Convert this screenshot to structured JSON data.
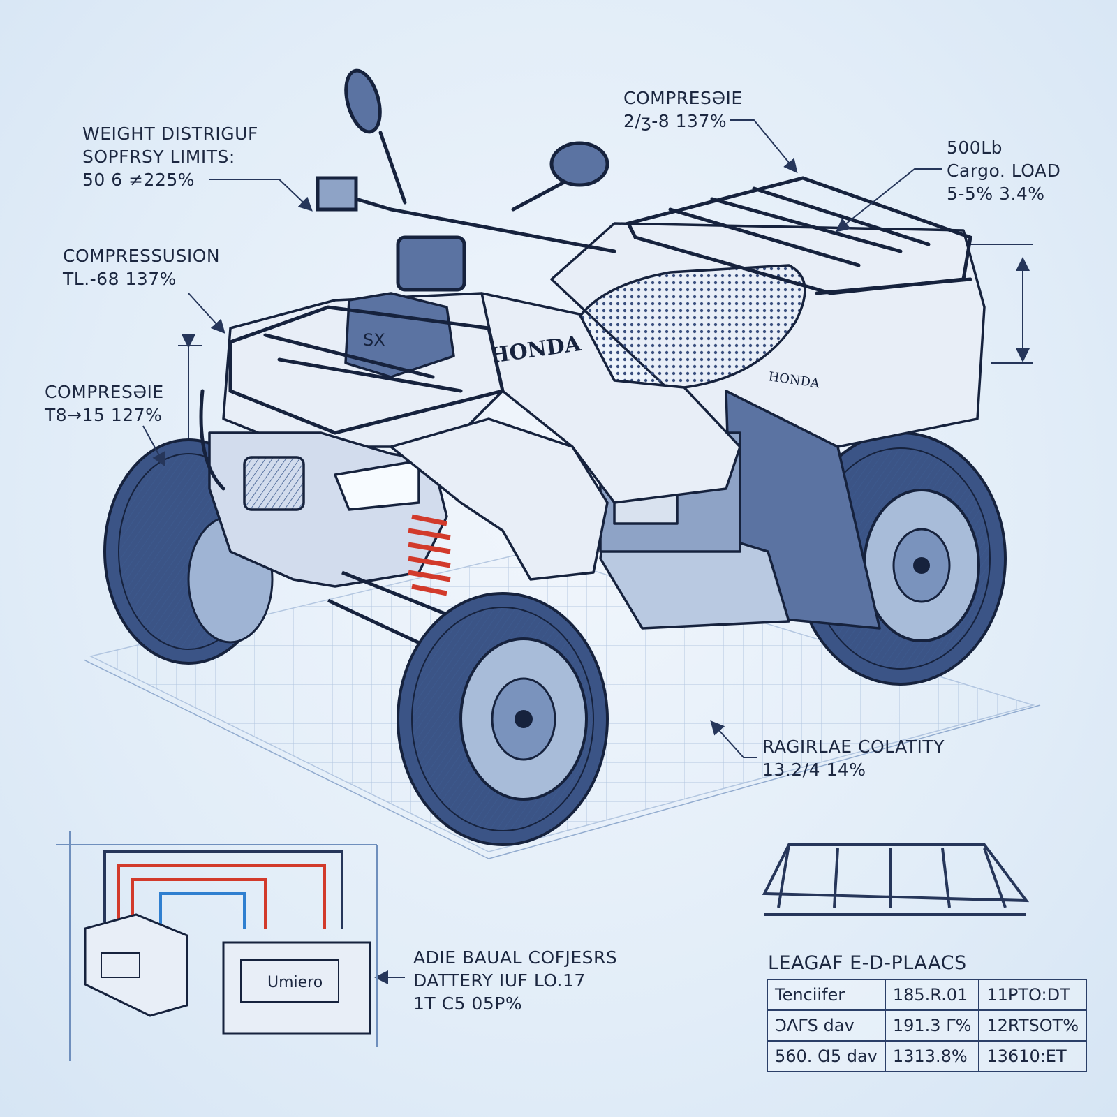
{
  "callouts": {
    "weight": {
      "line1": "WEIGHT DISTRIGUF",
      "line2": "SOPFRSY LIMITS:",
      "line3": "50 6 ≠225%"
    },
    "top_center": {
      "line1": "COMPRESƏIE",
      "line2": "2/ʒ-8 137%"
    },
    "cargo": {
      "line1": "500Lb",
      "line2": "Cargo. LOAD",
      "line3": "5-5% 3.4%"
    },
    "compression_left": {
      "line1": "COMPRESSUSION",
      "line2": "TL.-68 137%"
    },
    "compressie_left": {
      "line1": "COMPRESƏIE",
      "line2": "T8→15 127%"
    },
    "capacity": {
      "line1": "RAGIRLAE COLATITY",
      "line2": "13.2/4 14%"
    },
    "battery": {
      "line1": "ADIE BAUAL COFJESRS",
      "line2": "DATTERY IUF LO.17",
      "line3": "1T C5 05P%"
    }
  },
  "vehicle": {
    "brand": "HONDA",
    "brand_rear": "HONDA",
    "model": "SX",
    "battery_label": "Umiero"
  },
  "spec_table": {
    "title": "LEAGAF E-D-PLAACS",
    "rows": [
      [
        "Tenciifer",
        "185.R.01",
        "11PTO:DT"
      ],
      [
        "ƆΛΓS dav",
        "191.3 Γ%",
        "12RTSOT%"
      ],
      [
        "560. Ɑ5 dav",
        "1313.8%",
        "13610:ET"
      ]
    ]
  },
  "colors": {
    "ink": "#1c2740",
    "line": "#2b3f68",
    "accent_red": "#d23a2b",
    "accent_blue": "#2f7fd0",
    "paper": "#e3eef9"
  }
}
